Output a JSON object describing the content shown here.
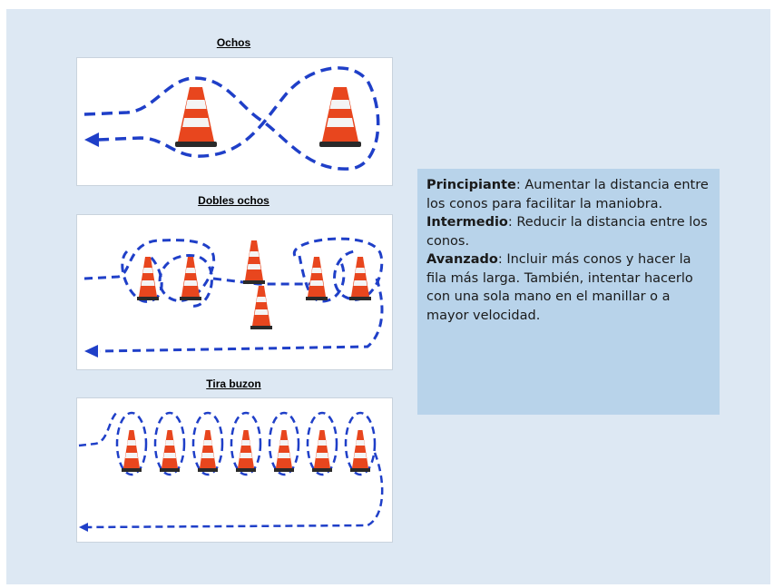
{
  "panels": [
    {
      "title": "Ochos"
    },
    {
      "title": "Dobles ochos"
    },
    {
      "title": "Tira buzon"
    }
  ],
  "levels": [
    {
      "label": "Principiante",
      "text": ": Aumentar la distancia entre los conos para facilitar la maniobra."
    },
    {
      "label": "Intermedio",
      "text": ": Reducir la distancia entre los conos."
    },
    {
      "label": "Avanzado",
      "text": ": Incluir más conos y hacer la fila más larga. También, intentar hacerlo con una sola mano en el manillar o a mayor velocidad."
    }
  ],
  "colors": {
    "background": "#dde8f3",
    "path": "#1f3fc8",
    "cone": "#e8461e",
    "cone_band": "#f4f4f4",
    "info_box": "#b8d3ea"
  }
}
